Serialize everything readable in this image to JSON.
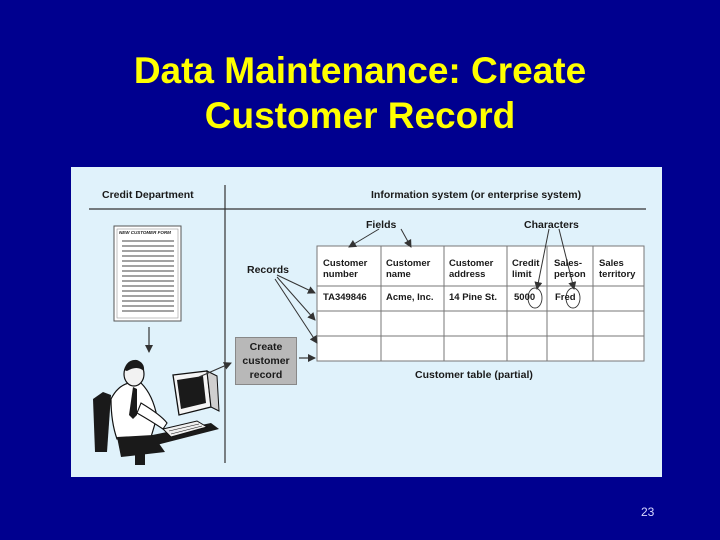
{
  "slide": {
    "title_line1": "Data Maintenance: Create",
    "title_line2": "Customer Record",
    "page_number": "23"
  },
  "diagram": {
    "credit_department": "Credit Department",
    "information_system": "Information system (or enterprise system)",
    "fields_label": "Fields",
    "characters_label": "Characters",
    "records_label": "Records",
    "form_title": "NEW CUSTOMER FORM",
    "create_record": {
      "line1": "Create",
      "line2": "customer",
      "line3": "record"
    },
    "table_caption": "Customer table (partial)",
    "table": {
      "headers": [
        [
          "Customer",
          "number"
        ],
        [
          "Customer",
          "name"
        ],
        [
          "Customer",
          "address"
        ],
        [
          "Credit",
          "limit"
        ],
        [
          "Sales-",
          "person"
        ],
        [
          "Sales",
          "territory"
        ]
      ],
      "row": [
        "TA349846",
        "Acme, Inc.",
        "14 Pine St.",
        "5000",
        "Fred",
        ""
      ]
    },
    "colors": {
      "background": "#00008f",
      "title": "#ffff00",
      "panel": "#e0f2fb",
      "create_box": "#b8b8b8"
    }
  }
}
